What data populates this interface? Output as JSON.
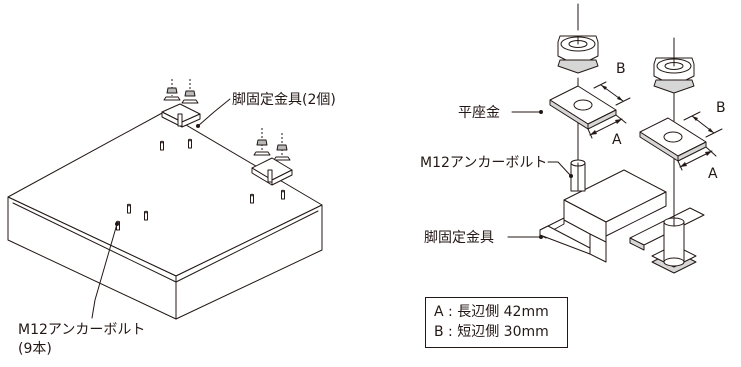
{
  "left_figure": {
    "bracket_label": "脚固定金具(2個)",
    "bolt_label_line1": "M12アンカーボルト",
    "bolt_label_line2": "(9本)"
  },
  "right_figure": {
    "washer_label": "平座金",
    "bolt_label": "M12アンカーボルト",
    "bracket_label": "脚固定金具",
    "dim_a": "A",
    "dim_b": "B"
  },
  "legend": {
    "line_a": "A : 長辺側 42mm",
    "line_b": "B : 短辺側 30mm"
  }
}
